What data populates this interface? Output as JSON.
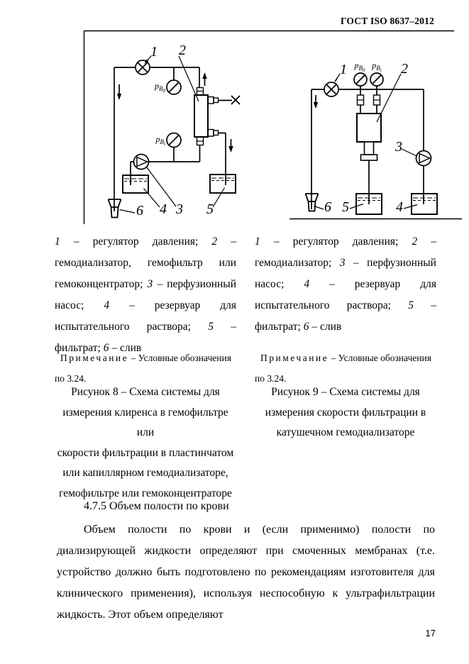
{
  "header": {
    "standard": "ГОСТ ISO 8637–2012"
  },
  "figure8": {
    "labels": {
      "n1": "1",
      "n2": "2",
      "n3": "3",
      "n4": "4",
      "n5": "5",
      "n6": "6"
    },
    "gauge_top_label": [
      {
        "t": "p",
        "c": "gp"
      },
      {
        "t": "B",
        "c": "gb"
      },
      {
        "t": "0",
        "c": "gs"
      }
    ],
    "gauge_bottom_label": [
      {
        "t": "p",
        "c": "gp"
      },
      {
        "t": "B",
        "c": "gb"
      },
      {
        "t": "i",
        "c": "gs"
      }
    ],
    "legend": [
      {
        "t": "1",
        "c": "i"
      },
      {
        "t": " – регулятор давления; ",
        "c": ""
      },
      {
        "t": "2",
        "c": "i"
      },
      {
        "t": " – гемодиализатор, гемофильтр или гемоконцентратор; ",
        "c": ""
      },
      {
        "t": "3",
        "c": "i"
      },
      {
        "t": " – перфузионный насос; ",
        "c": ""
      },
      {
        "t": "4",
        "c": "i"
      },
      {
        "t": " – резервуар для испытательного раствора; ",
        "c": ""
      },
      {
        "t": "5",
        "c": "i"
      },
      {
        "t": " – фильтрат; ",
        "c": ""
      },
      {
        "t": "6",
        "c": "i"
      },
      {
        "t": " – слив",
        "c": ""
      }
    ],
    "note_line1": [
      {
        "t": "Примечание",
        "c": "sp"
      },
      {
        "t": " – Условные обозначения",
        "c": ""
      }
    ],
    "note_line2": "по 3.24.",
    "caption": "Рисунок 8 – Схема системы для\nизмерения клиренса в гемофильтре или\nскорости фильтрации в пластинчатом\nили капиллярном гемодиализаторе,\nгемофильтре или гемоконцентраторе"
  },
  "figure9": {
    "labels": {
      "n1": "1",
      "n2": "2",
      "n3": "3",
      "n4": "4",
      "n5": "5",
      "n6": "6"
    },
    "gauge_left_label": [
      {
        "t": "p",
        "c": "gp"
      },
      {
        "t": "B",
        "c": "gb"
      },
      {
        "t": "0",
        "c": "gs"
      }
    ],
    "gauge_right_label": [
      {
        "t": "p",
        "c": "gp"
      },
      {
        "t": "B",
        "c": "gb"
      },
      {
        "t": "i",
        "c": "gs"
      }
    ],
    "legend": [
      {
        "t": "1",
        "c": "i"
      },
      {
        "t": " – регулятор давления; ",
        "c": ""
      },
      {
        "t": "2",
        "c": "i"
      },
      {
        "t": " – гемодиализатор; ",
        "c": ""
      },
      {
        "t": "3",
        "c": "i"
      },
      {
        "t": " – перфузионный насос; ",
        "c": ""
      },
      {
        "t": "4",
        "c": "i"
      },
      {
        "t": " – резервуар для испытательного раствора; ",
        "c": ""
      },
      {
        "t": "5",
        "c": "i"
      },
      {
        "t": " – фильтрат; ",
        "c": ""
      },
      {
        "t": "6",
        "c": "i"
      },
      {
        "t": " – слив",
        "c": ""
      }
    ],
    "note_line1": [
      {
        "t": "Примечание",
        "c": "sp"
      },
      {
        "t": " – Условные обозначения",
        "c": ""
      }
    ],
    "note_line2": "по 3.24.",
    "caption": "Рисунок 9 – Схема системы для\nизмерения скорости фильтрации в\nкатушечном гемодиализаторе"
  },
  "section": {
    "heading": "4.7.5 Объем полости по крови",
    "paragraph": "Объем полости по крови и (если применимо) полости по диализирующей жидкости определяют при смоченных мембранах (т.е. устройство должно быть подготовлено по рекомендациям изготовителя для клинического применения), используя неспособную к ультрафильтрации жидкость. Этот объем определяют"
  },
  "page_number": "17"
}
